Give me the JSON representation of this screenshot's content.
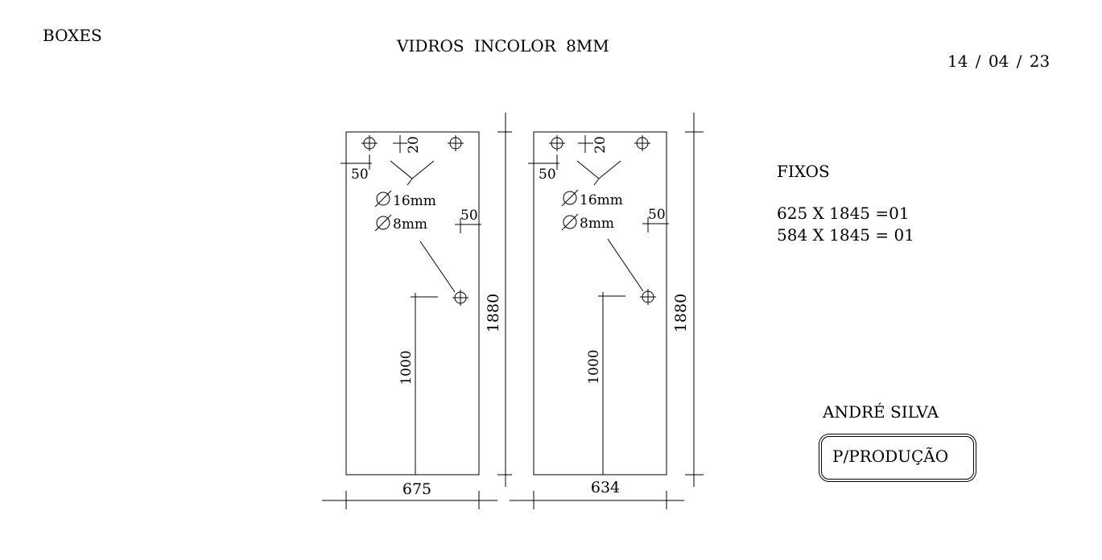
{
  "header": {
    "category": "BOXES",
    "title": "VIDROS  INCOLOR 8MM",
    "date": "14 / 04 / 23"
  },
  "panels": [
    {
      "width_label": "675",
      "height_label": "1880",
      "hole_height_label": "1000",
      "top_offset_label": "20",
      "side_offset_label_left": "50",
      "side_offset_label_right": "50",
      "hole_large_label": "16mm",
      "hole_small_label": "8mm"
    },
    {
      "width_label": "634",
      "height_label": "1880",
      "hole_height_label": "1000",
      "top_offset_label": "20",
      "side_offset_label_left": "50",
      "side_offset_label_right": "50",
      "hole_large_label": "16mm",
      "hole_small_label": "8mm"
    }
  ],
  "fixos": {
    "title": "FIXOS",
    "lines": [
      "625 X 1845 =01",
      "584 X 1845 = 01"
    ]
  },
  "author": "ANDRÉ SILVA",
  "stamp": {
    "label": "P/PRODUÇÃO"
  },
  "icons": {
    "diameter": "diameter-symbol",
    "hole": "hole-crosshair-icon"
  },
  "colors": {
    "ink": "#000000",
    "paper": "#ffffff"
  }
}
